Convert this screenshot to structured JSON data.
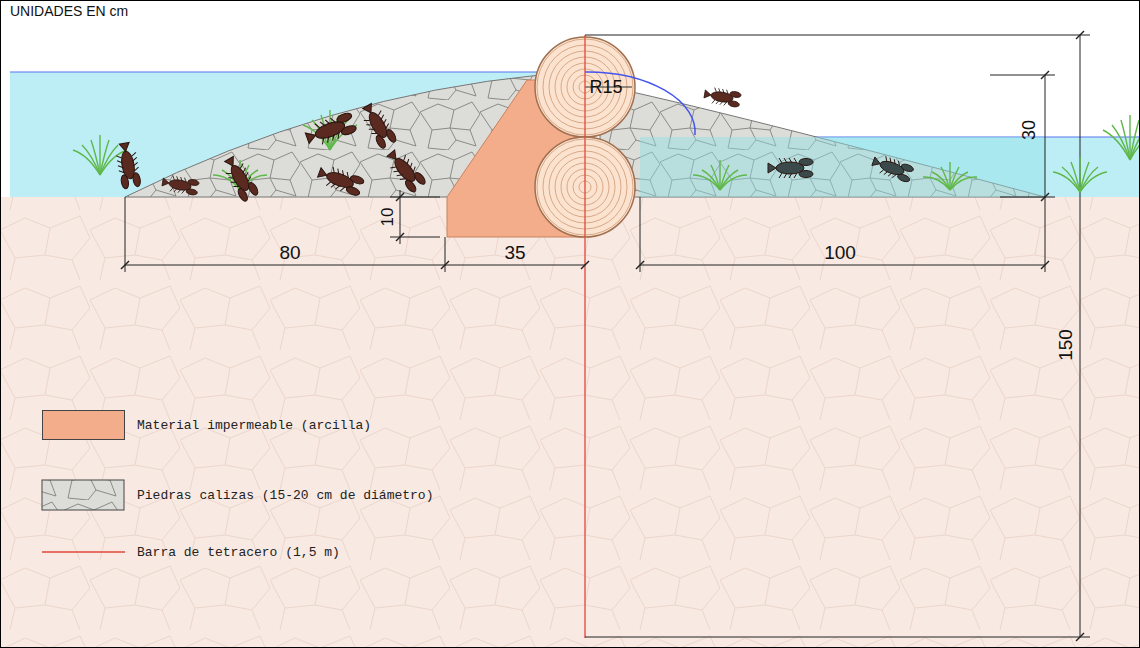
{
  "diagram": {
    "labels": [
      "UNIDADES EN cm",
      "R15",
      "30",
      "10",
      "80",
      "35",
      "100",
      "150"
    ],
    "legend": [
      {
        "text": "Material impermeable (arcilla)",
        "color": "#f4ad8a"
      },
      {
        "text": "Piedras calizas (15-20 cm de diámetro)"
      },
      {
        "text": "Barra de tetracero (1,5 m)"
      }
    ]
  }
}
